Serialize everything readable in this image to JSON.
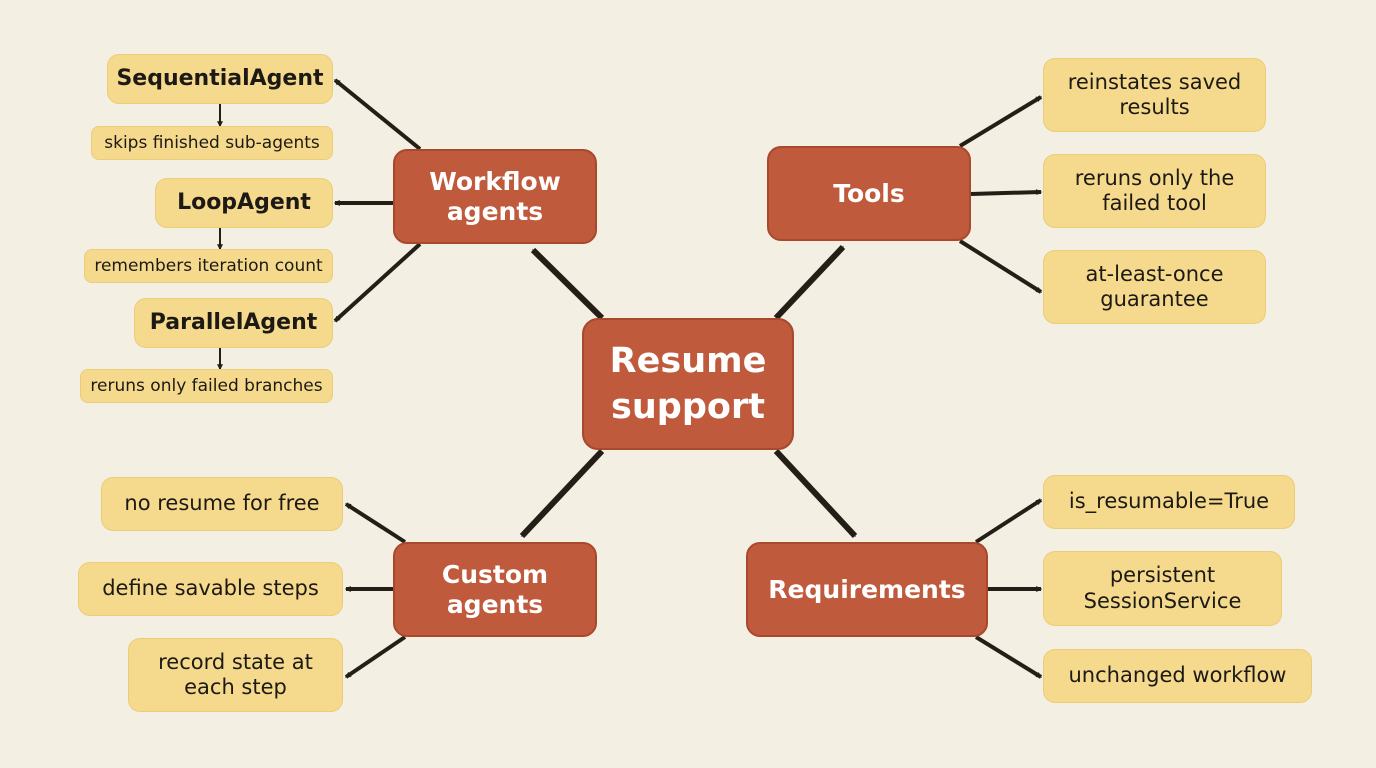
{
  "center": "Resume\nsupport",
  "branches": {
    "workflow": {
      "title": "Workflow\nagents",
      "items": [
        {
          "label": "SequentialAgent",
          "note": "skips finished sub-agents"
        },
        {
          "label": "LoopAgent",
          "note": "remembers iteration count"
        },
        {
          "label": "ParallelAgent",
          "note": "reruns only failed branches"
        }
      ]
    },
    "tools": {
      "title": "Tools",
      "items": [
        "reinstates saved\nresults",
        "reruns only the\nfailed tool",
        "at-least-once\nguarantee"
      ]
    },
    "custom": {
      "title": "Custom\nagents",
      "items": [
        "no resume for free",
        "define savable steps",
        "record state at\neach step"
      ]
    },
    "requirements": {
      "title": "Requirements",
      "items": [
        "is_resumable=True",
        "persistent\nSessionService",
        "unchanged workflow"
      ]
    }
  },
  "colors": {
    "background": "#f3efe3",
    "main_node": "#c05a3c",
    "leaf_node": "#f5d98c",
    "arrow": "#231f17"
  }
}
